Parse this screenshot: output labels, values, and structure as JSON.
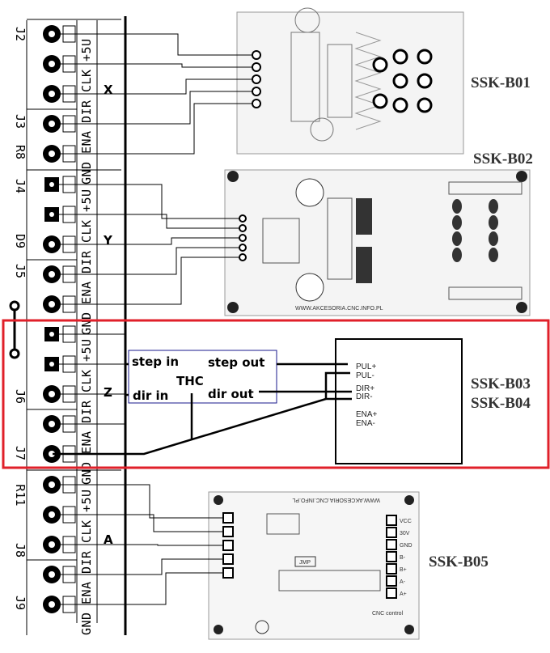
{
  "connectors": {
    "labels": [
      "J2",
      "J3",
      "R8",
      "J4",
      "D9",
      "J5",
      "J6",
      "J7",
      "R11",
      "J8",
      "J9"
    ],
    "pin_names": "GND ENA DIR CLK +5U",
    "axes": [
      "X",
      "Y",
      "Z",
      "A"
    ]
  },
  "boards": {
    "b01": {
      "name": "SSK-B01"
    },
    "b02": {
      "name": "SSK-B02",
      "url": "WWW.AKCESORIA.CNC.INFO.PL"
    },
    "b03": {
      "name1": "SSK-B03",
      "name2": "SSK-B04",
      "pins": [
        "PUL+",
        "PUL-",
        "DIR+",
        "DIR-",
        "ENA+",
        "ENA-"
      ]
    },
    "b05": {
      "name": "SSK-B05",
      "url": "WWW.AKCESORIA.CNC.INFO.PL",
      "jmp": "JMP",
      "terminals": [
        "VCC",
        "30V",
        "GND",
        "B-",
        "B+",
        "A-",
        "A+"
      ],
      "brand": "CNC control"
    }
  },
  "thc": {
    "title": "THC",
    "step_in": "step in",
    "step_out": "step out",
    "dir_in": "dir in",
    "dir_out": "dir out"
  },
  "colors": {
    "highlight": "#e0202a",
    "thc_border": "#1a1a8c"
  }
}
